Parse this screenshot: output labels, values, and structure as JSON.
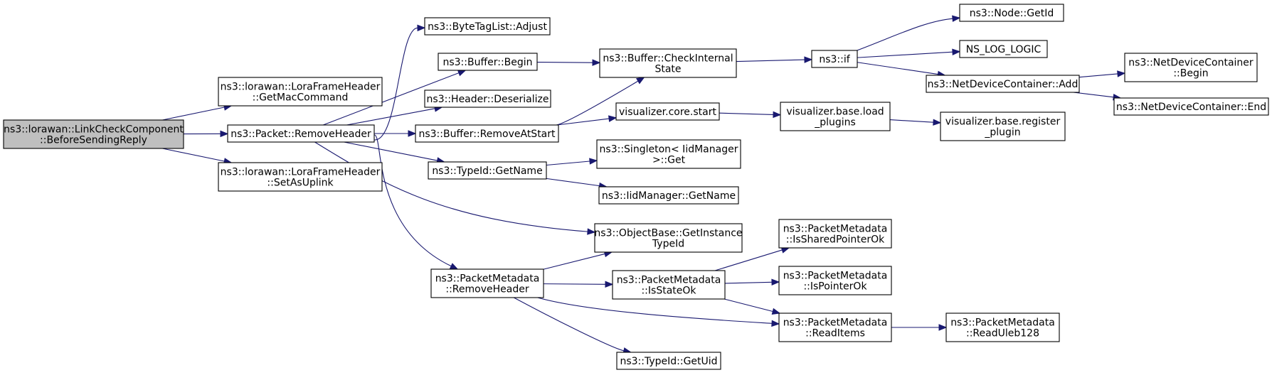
{
  "colors": {
    "edge": "#191970",
    "node_fill": "#ffffff",
    "root_fill": "#bfbfbf",
    "border": "#000000"
  },
  "nodes": {
    "root": {
      "lines": [
        "ns3::lorawan::LinkCheckComponent",
        "::BeforeSendingReply"
      ]
    },
    "getmaccommand": {
      "lines": [
        "ns3::lorawan::LoraFrameHeader",
        "::GetMacCommand"
      ]
    },
    "packet_removeheader": {
      "lines": [
        "ns3::Packet::RemoveHeader"
      ]
    },
    "setasuplink": {
      "lines": [
        "ns3::lorawan::LoraFrameHeader",
        "::SetAsUplink"
      ]
    },
    "bytetaglist_adjust": {
      "lines": [
        "ns3::ByteTagList::Adjust"
      ]
    },
    "buffer_begin": {
      "lines": [
        "ns3::Buffer::Begin"
      ]
    },
    "header_deserialize": {
      "lines": [
        "ns3::Header::Deserialize"
      ]
    },
    "buffer_removeatstart": {
      "lines": [
        "ns3::Buffer::RemoveAtStart"
      ]
    },
    "typeid_getname": {
      "lines": [
        "ns3::TypeId::GetName"
      ]
    },
    "pm_removeheader": {
      "lines": [
        "ns3::PacketMetadata",
        "::RemoveHeader"
      ]
    },
    "buffer_checkinternal": {
      "lines": [
        "ns3::Buffer::CheckInternal",
        "State"
      ]
    },
    "viz_core_start": {
      "lines": [
        "visualizer.core.start"
      ]
    },
    "singleton_get": {
      "lines": [
        "ns3::Singleton< IidManager",
        ">::Get"
      ]
    },
    "iidmanager_getname": {
      "lines": [
        "ns3::IidManager::GetName"
      ]
    },
    "objectbase_getinstance": {
      "lines": [
        "ns3::ObjectBase::GetInstance",
        "TypeId"
      ]
    },
    "pm_isstateok": {
      "lines": [
        "ns3::PacketMetadata",
        "::IsStateOk"
      ]
    },
    "typeid_getuid": {
      "lines": [
        "ns3::TypeId::GetUid"
      ]
    },
    "ns3_if": {
      "lines": [
        "ns3::if"
      ]
    },
    "viz_base_load": {
      "lines": [
        "visualizer.base.load",
        "_plugins"
      ]
    },
    "pm_issharedpointerok": {
      "lines": [
        "ns3::PacketMetadata",
        "::IsSharedPointerOk"
      ]
    },
    "pm_ispointerok": {
      "lines": [
        "ns3::PacketMetadata",
        "::IsPointerOk"
      ]
    },
    "pm_readitems": {
      "lines": [
        "ns3::PacketMetadata",
        "::ReadItems"
      ]
    },
    "node_getid": {
      "lines": [
        "ns3::Node::GetId"
      ]
    },
    "ns_log_logic": {
      "lines": [
        "NS_LOG_LOGIC"
      ]
    },
    "ndc_add": {
      "lines": [
        "ns3::NetDeviceContainer::Add"
      ]
    },
    "viz_base_register": {
      "lines": [
        "visualizer.base.register",
        "_plugin"
      ]
    },
    "pm_readuleb128": {
      "lines": [
        "ns3::PacketMetadata",
        "::ReadUleb128"
      ]
    },
    "ndc_begin": {
      "lines": [
        "ns3::NetDeviceContainer",
        "::Begin"
      ]
    },
    "ndc_end": {
      "lines": [
        "ns3::NetDeviceContainer::End"
      ]
    }
  },
  "edges": [
    [
      "root",
      "getmaccommand"
    ],
    [
      "root",
      "packet_removeheader"
    ],
    [
      "root",
      "setasuplink"
    ],
    [
      "packet_removeheader",
      "bytetaglist_adjust"
    ],
    [
      "packet_removeheader",
      "buffer_begin"
    ],
    [
      "packet_removeheader",
      "header_deserialize"
    ],
    [
      "packet_removeheader",
      "buffer_removeatstart"
    ],
    [
      "packet_removeheader",
      "typeid_getname"
    ],
    [
      "packet_removeheader",
      "objectbase_getinstance"
    ],
    [
      "packet_removeheader",
      "pm_removeheader"
    ],
    [
      "buffer_begin",
      "buffer_checkinternal"
    ],
    [
      "buffer_removeatstart",
      "buffer_checkinternal"
    ],
    [
      "buffer_removeatstart",
      "viz_core_start"
    ],
    [
      "typeid_getname",
      "singleton_get"
    ],
    [
      "typeid_getname",
      "iidmanager_getname"
    ],
    [
      "pm_removeheader",
      "objectbase_getinstance"
    ],
    [
      "pm_removeheader",
      "pm_isstateok"
    ],
    [
      "pm_removeheader",
      "pm_readitems"
    ],
    [
      "pm_removeheader",
      "typeid_getuid"
    ],
    [
      "buffer_checkinternal",
      "ns3_if"
    ],
    [
      "viz_core_start",
      "viz_base_load"
    ],
    [
      "viz_base_load",
      "viz_base_register"
    ],
    [
      "ns3_if",
      "node_getid"
    ],
    [
      "ns3_if",
      "ns_log_logic"
    ],
    [
      "ns3_if",
      "ndc_add"
    ],
    [
      "ndc_add",
      "ndc_begin"
    ],
    [
      "ndc_add",
      "ndc_end"
    ],
    [
      "pm_isstateok",
      "pm_issharedpointerok"
    ],
    [
      "pm_isstateok",
      "pm_ispointerok"
    ],
    [
      "pm_isstateok",
      "pm_readitems"
    ],
    [
      "pm_readitems",
      "pm_readuleb128"
    ]
  ]
}
